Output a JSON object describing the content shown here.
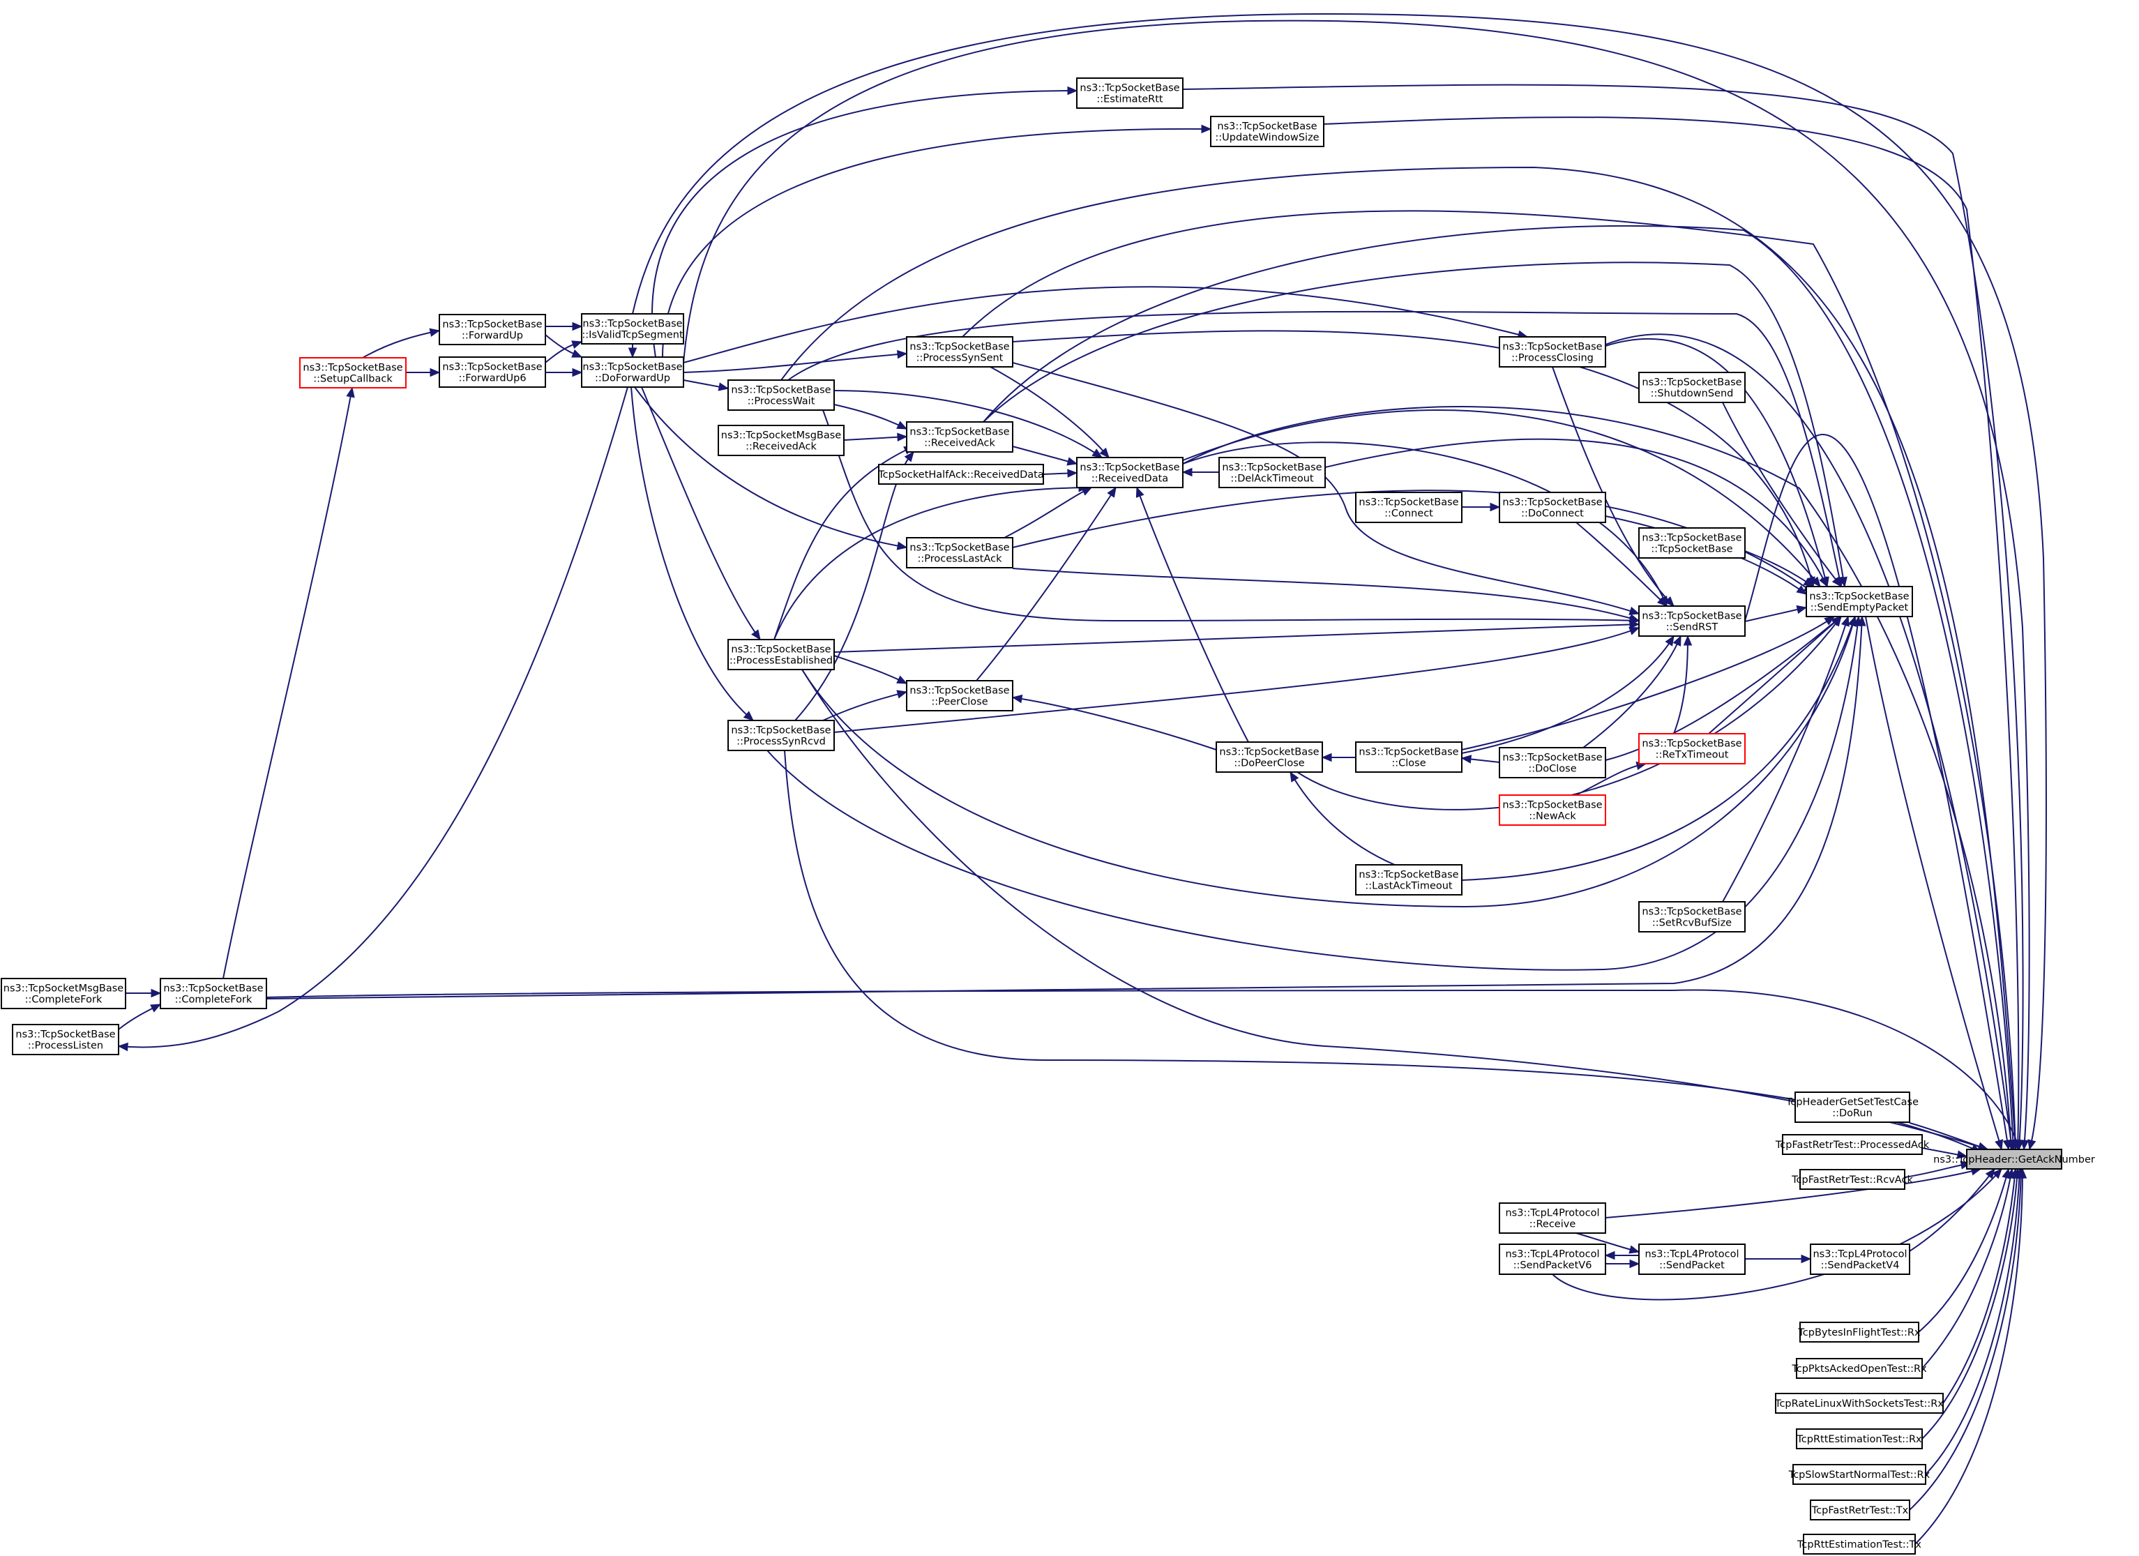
{
  "colors": {
    "edge": "#191970",
    "node_border": "#000000",
    "node_border_truncated": "#ff0000",
    "focus_fill": "#bfbfbf",
    "background": "#ffffff"
  },
  "nodes": {
    "getack": {
      "lines": [
        "ns3::TcpHeader::GetAckNumber"
      ],
      "kind": "focus"
    },
    "sendEmpty": {
      "lines": [
        "ns3::TcpSocketBase",
        "::SendEmptyPacket"
      ]
    },
    "sendRST": {
      "lines": [
        "ns3::TcpSocketBase",
        "::SendRST"
      ]
    },
    "procClosing": {
      "lines": [
        "ns3::TcpSocketBase",
        "::ProcessClosing"
      ]
    },
    "shutdownSend": {
      "lines": [
        "ns3::TcpSocketBase",
        "::ShutdownSend"
      ]
    },
    "doConnect": {
      "lines": [
        "ns3::TcpSocketBase",
        "::DoConnect"
      ]
    },
    "tcpCtor": {
      "lines": [
        "ns3::TcpSocketBase",
        "::TcpSocketBase"
      ]
    },
    "retxTimeout": {
      "lines": [
        "ns3::TcpSocketBase",
        "::ReTxTimeout"
      ],
      "kind": "red"
    },
    "doClose": {
      "lines": [
        "ns3::TcpSocketBase",
        "::DoClose"
      ]
    },
    "newAck": {
      "lines": [
        "ns3::TcpSocketBase",
        "::NewAck"
      ],
      "kind": "red"
    },
    "setRcvBuf": {
      "lines": [
        "ns3::TcpSocketBase",
        "::SetRcvBufSize"
      ]
    },
    "connect": {
      "lines": [
        "ns3::TcpSocketBase",
        "::Connect"
      ]
    },
    "close": {
      "lines": [
        "ns3::TcpSocketBase",
        "::Close"
      ]
    },
    "delAck": {
      "lines": [
        "ns3::TcpSocketBase",
        "::DelAckTimeout"
      ]
    },
    "estRtt": {
      "lines": [
        "ns3::TcpSocketBase",
        "::EstimateRtt"
      ]
    },
    "updWin": {
      "lines": [
        "ns3::TcpSocketBase",
        "::UpdateWindowSize"
      ]
    },
    "procSynSent": {
      "lines": [
        "ns3::TcpSocketBase",
        "::ProcessSynSent"
      ]
    },
    "recvData": {
      "lines": [
        "ns3::TcpSocketBase",
        "::ReceivedData"
      ]
    },
    "doPeerClose": {
      "lines": [
        "ns3::TcpSocketBase",
        "::DoPeerClose"
      ]
    },
    "lastAckTimeout": {
      "lines": [
        "ns3::TcpSocketBase",
        "::LastAckTimeout"
      ]
    },
    "recvAck": {
      "lines": [
        "ns3::TcpSocketBase",
        "::ReceivedAck"
      ]
    },
    "halfAck": {
      "lines": [
        "TcpSocketHalfAck::ReceivedData"
      ]
    },
    "procLastAck": {
      "lines": [
        "ns3::TcpSocketBase",
        "::ProcessLastAck"
      ]
    },
    "peerClose": {
      "lines": [
        "ns3::TcpSocketBase",
        "::PeerClose"
      ]
    },
    "procWait": {
      "lines": [
        "ns3::TcpSocketBase",
        "::ProcessWait"
      ]
    },
    "msgRecvAck": {
      "lines": [
        "ns3::TcpSocketMsgBase",
        "::ReceivedAck"
      ]
    },
    "procEst": {
      "lines": [
        "ns3::TcpSocketBase",
        "::ProcessEstablished"
      ]
    },
    "procSynRcvd": {
      "lines": [
        "ns3::TcpSocketBase",
        "::ProcessSynRcvd"
      ]
    },
    "isValid": {
      "lines": [
        "ns3::TcpSocketBase",
        "::IsValidTcpSegment"
      ]
    },
    "doFwdUp": {
      "lines": [
        "ns3::TcpSocketBase",
        "::DoForwardUp"
      ]
    },
    "fwdUp": {
      "lines": [
        "ns3::TcpSocketBase",
        "::ForwardUp"
      ]
    },
    "fwdUp6": {
      "lines": [
        "ns3::TcpSocketBase",
        "::ForwardUp6"
      ]
    },
    "setupCb": {
      "lines": [
        "ns3::TcpSocketBase",
        "::SetupCallback"
      ],
      "kind": "red"
    },
    "completeFork": {
      "lines": [
        "ns3::TcpSocketBase",
        "::CompleteFork"
      ]
    },
    "msgCompleteFork": {
      "lines": [
        "ns3::TcpSocketMsgBase",
        "::CompleteFork"
      ]
    },
    "procListen": {
      "lines": [
        "ns3::TcpSocketBase",
        "::ProcessListen"
      ]
    },
    "getSetTest": {
      "lines": [
        "TcpHeaderGetSetTestCase",
        "::DoRun"
      ]
    },
    "fastRetrProc": {
      "lines": [
        "TcpFastRetrTest::ProcessedAck"
      ]
    },
    "fastRetrRcv": {
      "lines": [
        "TcpFastRetrTest::RcvAck"
      ]
    },
    "l4Receive": {
      "lines": [
        "ns3::TcpL4Protocol",
        "::Receive"
      ]
    },
    "l4SendPacket": {
      "lines": [
        "ns3::TcpL4Protocol",
        "::SendPacket"
      ]
    },
    "l4SendV4": {
      "lines": [
        "ns3::TcpL4Protocol",
        "::SendPacketV4"
      ]
    },
    "l4SendV6": {
      "lines": [
        "ns3::TcpL4Protocol",
        "::SendPacketV6"
      ]
    },
    "bytesInFlight": {
      "lines": [
        "TcpBytesInFlightTest::Rx"
      ]
    },
    "pktsAcked": {
      "lines": [
        "TcpPktsAckedOpenTest::Rx"
      ]
    },
    "rateLinux": {
      "lines": [
        "TcpRateLinuxWithSocketsTest::Rx"
      ]
    },
    "rttEstRx": {
      "lines": [
        "TcpRttEstimationTest::Rx"
      ]
    },
    "slowStart": {
      "lines": [
        "TcpSlowStartNormalTest::Rx"
      ]
    },
    "fastRetrTx": {
      "lines": [
        "TcpFastRetrTest::Tx"
      ]
    },
    "rttEstTx": {
      "lines": [
        "TcpRttEstimationTest::Tx"
      ]
    }
  }
}
